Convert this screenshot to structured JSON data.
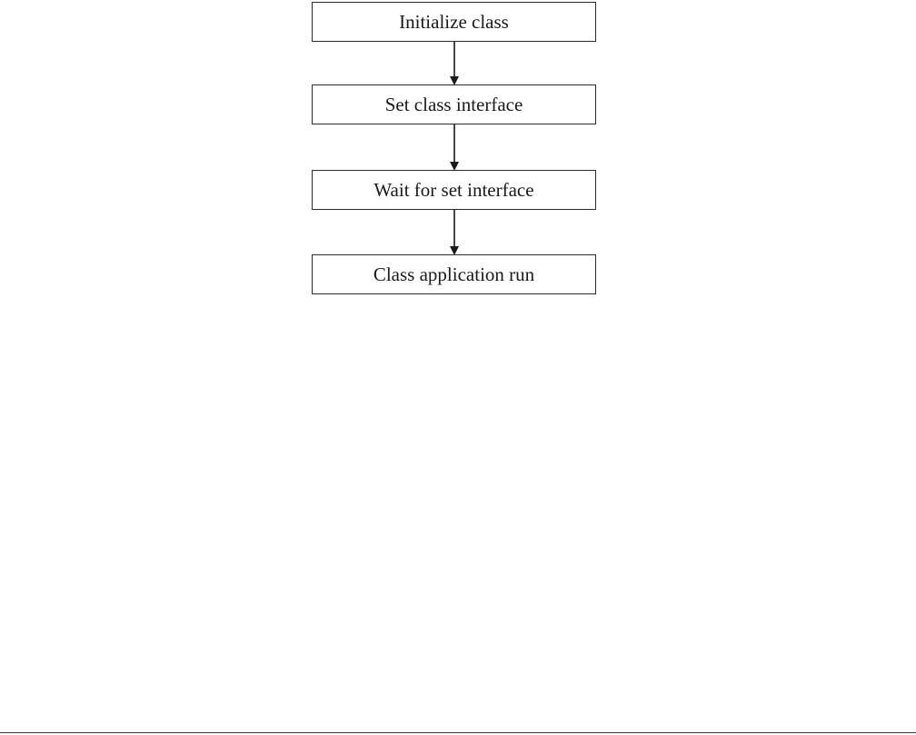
{
  "flowchart": {
    "steps": [
      {
        "label": "Initialize class"
      },
      {
        "label": "Set class interface"
      },
      {
        "label": "Wait for set interface"
      },
      {
        "label": "Class application run"
      }
    ],
    "line_color": "#1a1a1a"
  }
}
